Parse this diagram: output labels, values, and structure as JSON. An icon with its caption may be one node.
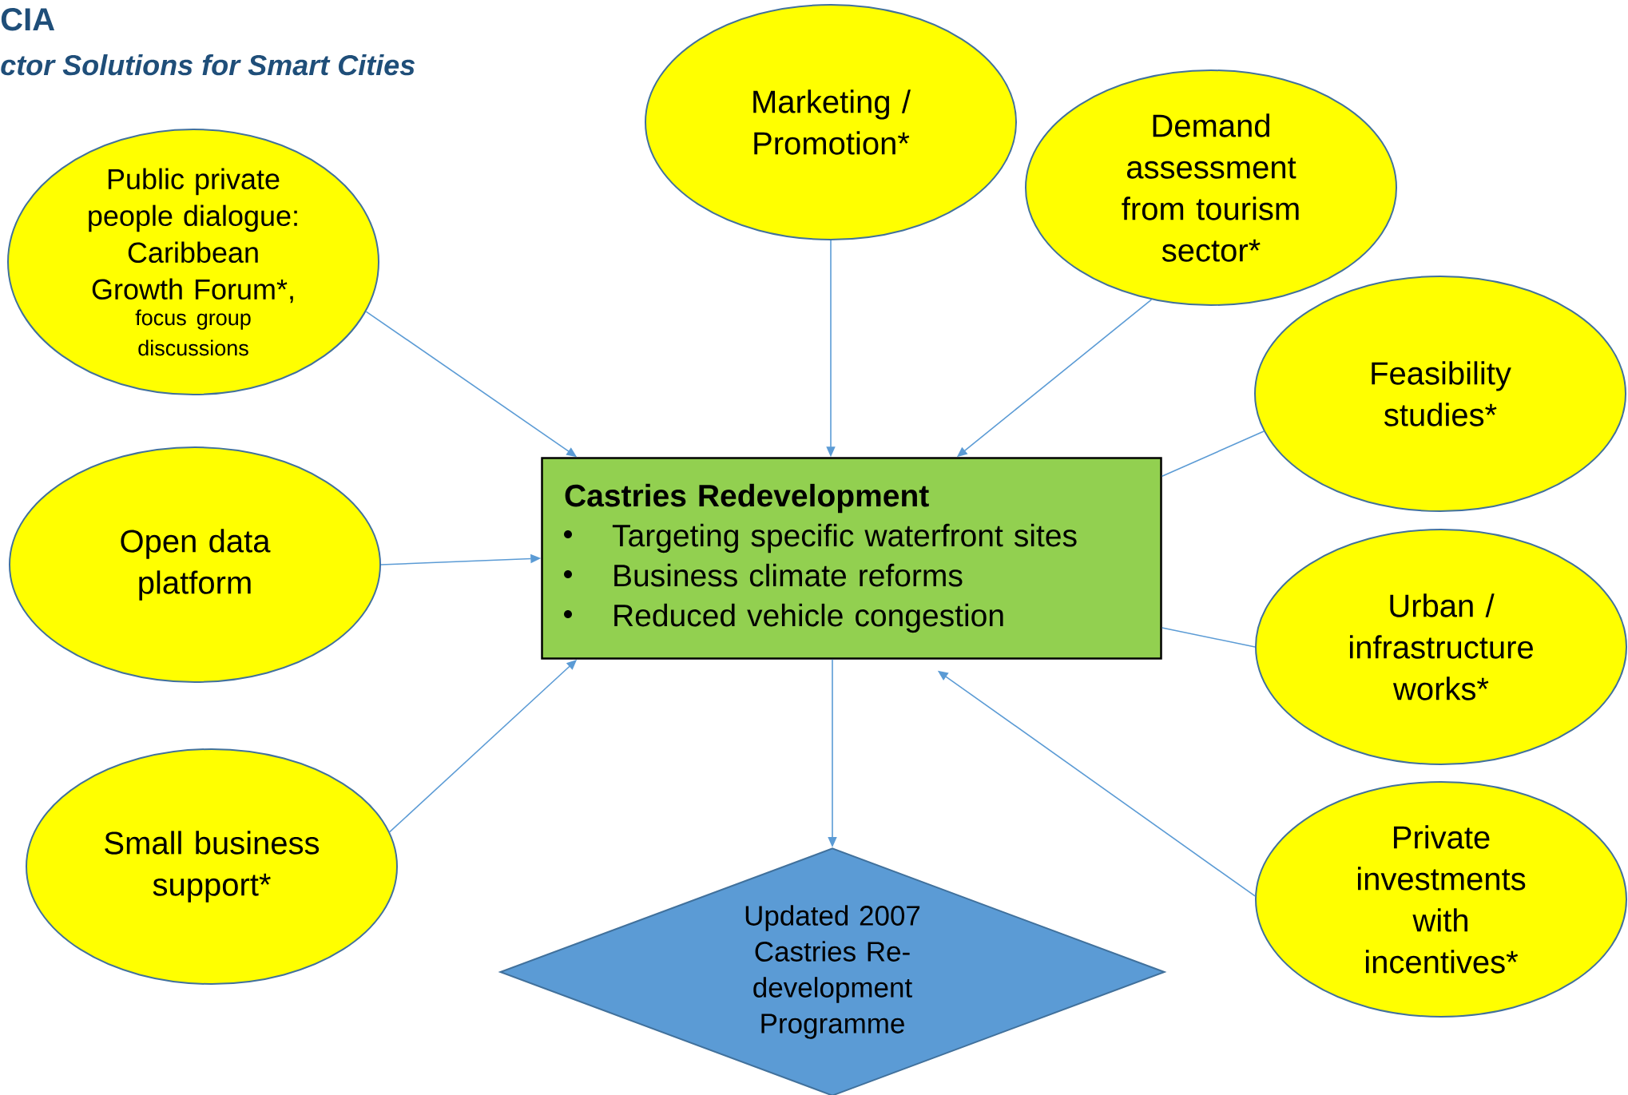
{
  "diagram": {
    "title": "CIA",
    "nodes": [
      {
        "text": [
          "Public private people dialogue: Caribbean Growth Forum*,",
          "focus group discussions"
        ]
      },
      {
        "text": [
          "Marketing / Promotion*"
        ]
      },
      {
        "text": [
          "Demand assessment from tourism sector*"
        ]
      },
      {
        "text": [
          "Feasibility studies*"
        ]
      },
      {
        "text": [
          "Open data platform"
        ]
      },
      {
        "text": [
          "Castries Redevelopment",
          "Targeting specific waterfront sites",
          "Business climate reforms",
          "Reduced vehicle congestion"
        ]
      },
      {
        "text": [
          "Urban / infrastructure works*"
        ]
      },
      {
        "text": [
          "Small business support*"
        ]
      },
      {
        "text": [
          "Private investments with incentives*"
        ]
      },
      {
        "text": [
          "Updated 2007 Castries Re-development Programme"
        ]
      }
    ],
    "edges": [
      {
        "from": 0,
        "to": 5,
        "arrow": "to"
      },
      {
        "from": 1,
        "to": 5,
        "arrow": "to"
      },
      {
        "from": 2,
        "to": 5,
        "arrow": "to"
      },
      {
        "from": 3,
        "to": 5,
        "arrow": "none"
      },
      {
        "from": 4,
        "to": 5,
        "arrow": "to"
      },
      {
        "from": 7,
        "to": 5,
        "arrow": "to"
      },
      {
        "from": 6,
        "to": 5,
        "arrow": "none"
      },
      {
        "from": 8,
        "to": 5,
        "arrow": "to"
      },
      {
        "from": 5,
        "to": 9,
        "arrow": "to"
      }
    ],
    "labels": [
      "ctor Solutions for Smart Cities"
    ]
  }
}
